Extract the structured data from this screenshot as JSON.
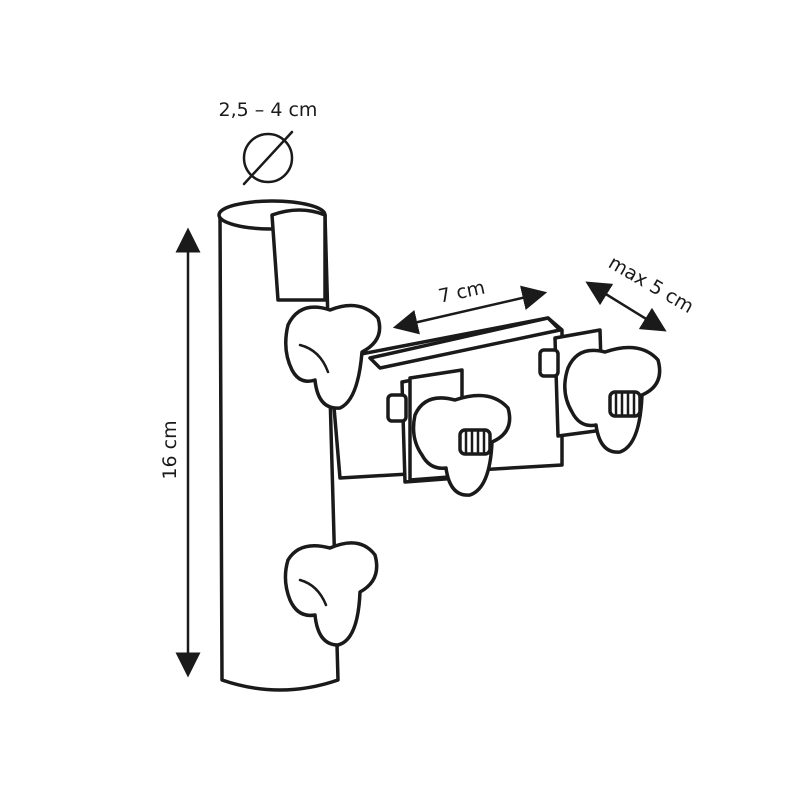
{
  "diagram": {
    "labels": {
      "diameter": "2,5 – 4 cm",
      "width": "7 cm",
      "clamp_width": "max 5 cm",
      "height": "16 cm"
    },
    "icons": [
      "diameter-icon"
    ],
    "colors": {
      "line": "#1a1a1a",
      "background": "#ffffff"
    }
  }
}
